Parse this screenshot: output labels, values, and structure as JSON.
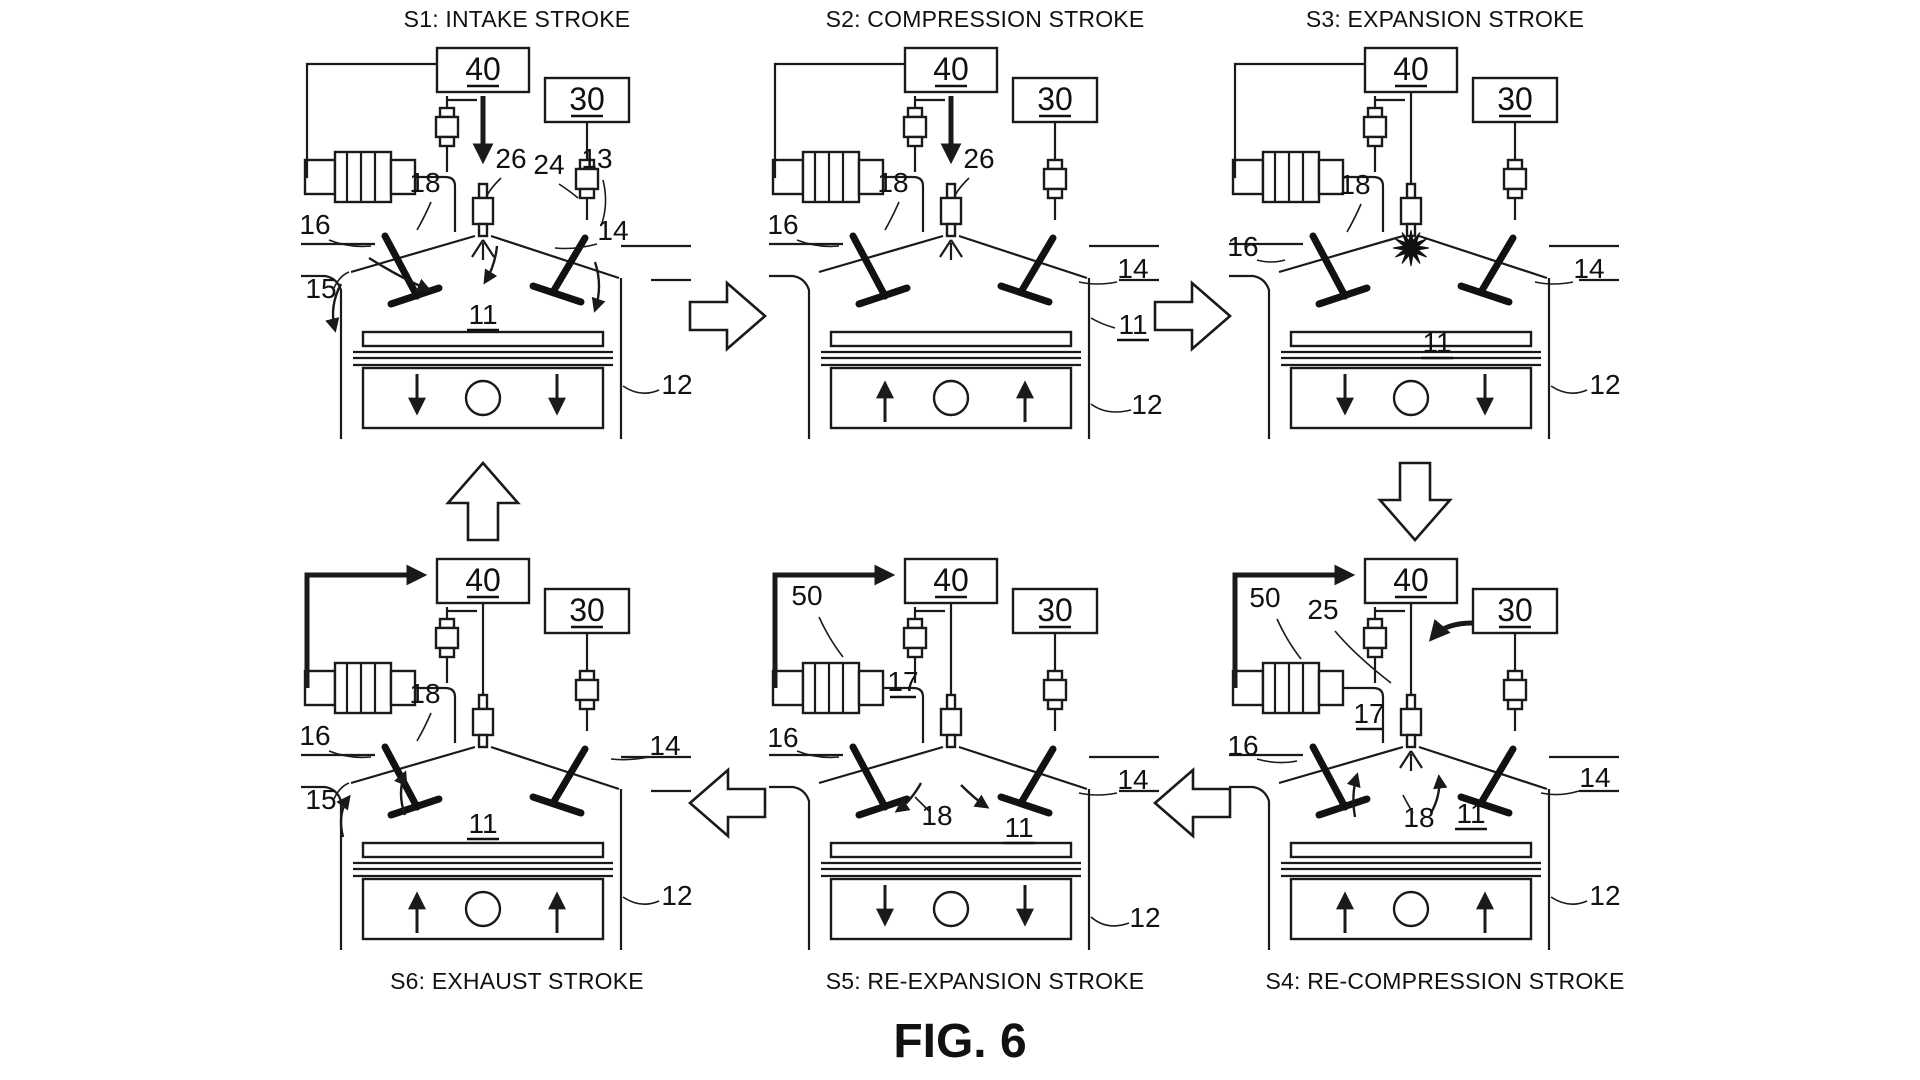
{
  "figure_caption": "FIG. 6",
  "panels": [
    {
      "id": "s1",
      "title": "S1: INTAKE STROKE",
      "piston_motion": "down",
      "labels": {
        "b40": "40",
        "b30": "30",
        "n26": "26",
        "n24": "24",
        "n13": "13",
        "n18": "18",
        "n16": "16",
        "n15": "15",
        "n14": "14",
        "n11": "11",
        "n12": "12"
      }
    },
    {
      "id": "s2",
      "title": "S2: COMPRESSION STROKE",
      "piston_motion": "up",
      "labels": {
        "b40": "40",
        "b30": "30",
        "n26": "26",
        "n18": "18",
        "n16": "16",
        "n14": "14",
        "n11": "11",
        "n12": "12"
      }
    },
    {
      "id": "s3",
      "title": "S3: EXPANSION STROKE",
      "piston_motion": "down",
      "labels": {
        "b40": "40",
        "b30": "30",
        "n18": "18",
        "n16": "16",
        "n14": "14",
        "n11": "11",
        "n12": "12"
      }
    },
    {
      "id": "s4",
      "title": "S4: RE-COMPRESSION STROKE",
      "piston_motion": "up",
      "labels": {
        "b40": "40",
        "b30": "30",
        "n50": "50",
        "n25": "25",
        "n17": "17",
        "n18": "18",
        "n16": "16",
        "n14": "14",
        "n11": "11",
        "n12": "12"
      }
    },
    {
      "id": "s5",
      "title": "S5: RE-EXPANSION STROKE",
      "piston_motion": "down",
      "labels": {
        "b40": "40",
        "b30": "30",
        "n50": "50",
        "n17": "17",
        "n18": "18",
        "n16": "16",
        "n14": "14",
        "n11": "11",
        "n12": "12"
      }
    },
    {
      "id": "s6",
      "title": "S6: EXHAUST STROKE",
      "piston_motion": "up",
      "labels": {
        "b40": "40",
        "b30": "30",
        "n18": "18",
        "n16": "16",
        "n15": "15",
        "n14": "14",
        "n11": "11",
        "n12": "12"
      }
    }
  ]
}
